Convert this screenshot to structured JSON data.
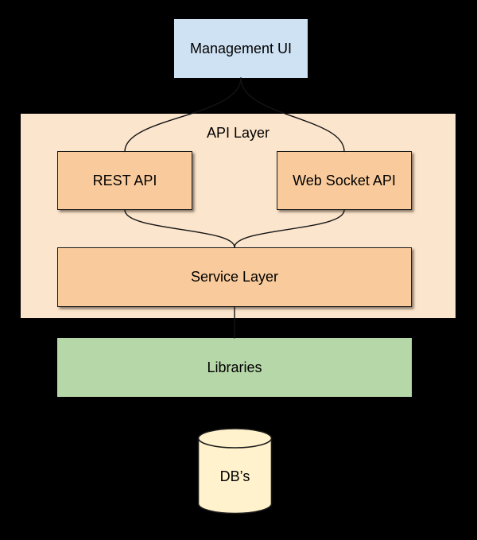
{
  "diagram": {
    "background_color": "#000000",
    "text_color": "#000000",
    "edge_color": "#141414",
    "nodes": {
      "management_ui": {
        "label": "Management UI",
        "fill": "#CFE2F3",
        "shape": "rectangle"
      },
      "api_layer": {
        "label": "API Layer",
        "fill": "#FCE5CD",
        "shape": "group-container"
      },
      "rest_api": {
        "label": "REST API",
        "fill": "#F9CB9C",
        "shape": "rectangle"
      },
      "web_socket_api": {
        "label": "Web Socket API",
        "fill": "#F9CB9C",
        "shape": "rectangle"
      },
      "service_layer": {
        "label": "Service Layer",
        "fill": "#F9CB9C",
        "shape": "rectangle"
      },
      "libraries": {
        "label": "Libraries",
        "fill": "#B6D7A8",
        "shape": "rectangle"
      },
      "dbs": {
        "label": "DB’s",
        "fill": "#FFF2CC",
        "shape": "cylinder"
      }
    },
    "edges": [
      {
        "from": "management_ui",
        "to": "rest_api",
        "style": "curved"
      },
      {
        "from": "management_ui",
        "to": "web_socket_api",
        "style": "curved"
      },
      {
        "from": "rest_api",
        "to": "service_layer",
        "style": "curved"
      },
      {
        "from": "web_socket_api",
        "to": "service_layer",
        "style": "curved"
      },
      {
        "from": "service_layer",
        "to": "libraries",
        "style": "straight"
      }
    ]
  }
}
